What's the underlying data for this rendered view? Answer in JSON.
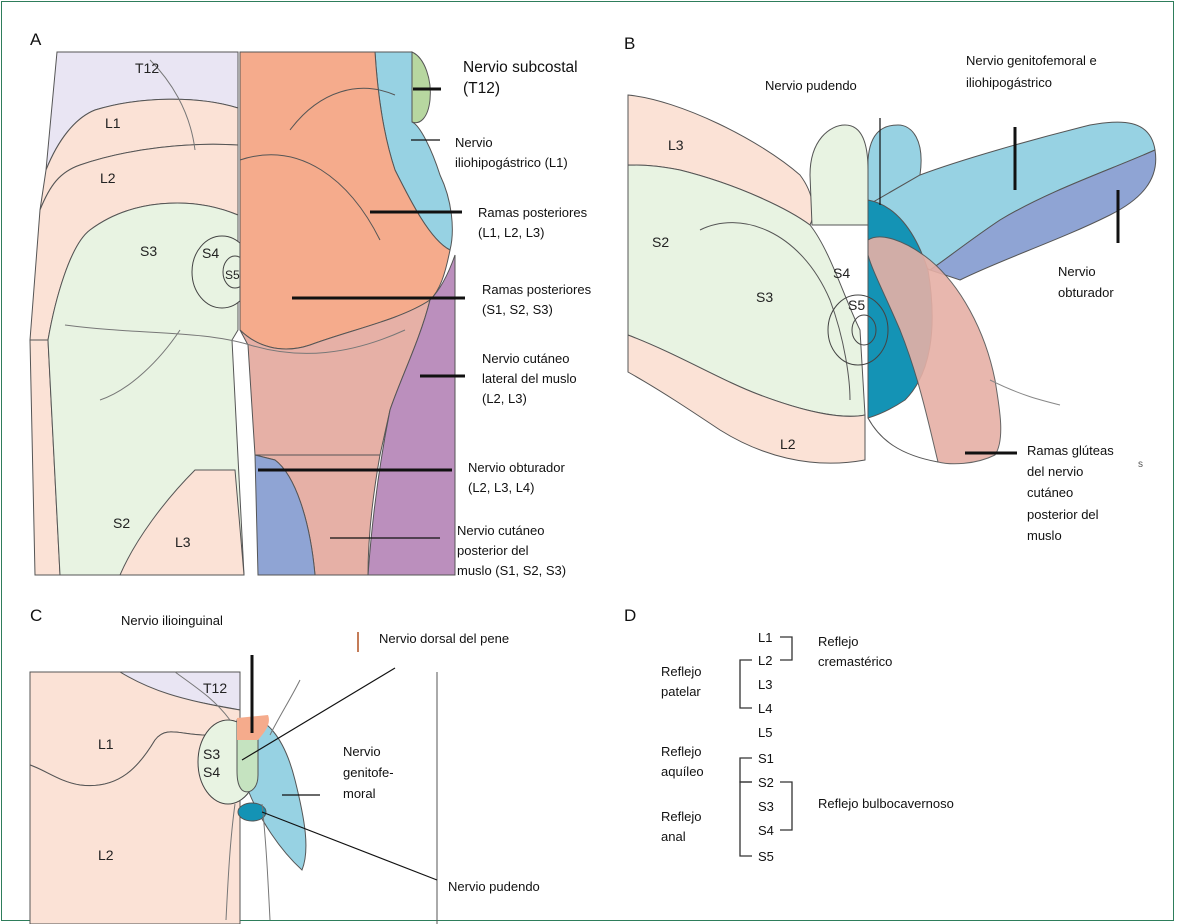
{
  "panels": {
    "a": "A",
    "b": "B",
    "c": "C",
    "d": "D"
  },
  "panel_a": {
    "segments": {
      "t12": "T12",
      "l1": "L1",
      "l2": "L2",
      "s3": "S3",
      "s4": "S4",
      "s5": "S5",
      "s2": "S2",
      "l3": "L3"
    },
    "labels": {
      "subcostal_1": "Nervio subcostal",
      "subcostal_2": "(T12)",
      "iliohipogastrico_1": "Nervio",
      "iliohipogastrico_2": "iliohipogástrico (L1)",
      "ramas_l_1": "Ramas posteriores",
      "ramas_l_2": "(L1, L2, L3)",
      "ramas_s_1": "Ramas posteriores",
      "ramas_s_2": "(S1, S2, S3)",
      "cutaneo_lat_1": "Nervio cutáneo",
      "cutaneo_lat_2": "lateral del muslo",
      "cutaneo_lat_3": "(L2, L3)",
      "obturador_1": "Nervio obturador",
      "obturador_2": "(L2, L3, L4)",
      "cutaneo_post_1": "Nervio cutáneo",
      "cutaneo_post_2": "posterior del",
      "cutaneo_post_3": "muslo (S1, S2, S3)"
    }
  },
  "panel_b": {
    "segments": {
      "l3": "L3",
      "s2": "S2",
      "s3": "S3",
      "s4": "S4",
      "s5": "S5",
      "l2": "L2"
    },
    "labels": {
      "pudendo": "Nervio pudendo",
      "genitofemoral_1": "Nervio genitofemoral e",
      "genitofemoral_2": "iliohipogástrico",
      "obturador_1": "Nervio",
      "obturador_2": "obturador",
      "gluteas_1": "Ramas glúteas",
      "gluteas_2": "del nervio",
      "gluteas_3": "cutáneo",
      "gluteas_4": "posterior del",
      "gluteas_5": "muslo",
      "stray": "s"
    }
  },
  "panel_c": {
    "segments": {
      "t12": "T12",
      "l1": "L1",
      "l2": "L2",
      "s3": "S3",
      "s4": "S4"
    },
    "labels": {
      "ilioinguinal": "Nervio ilioinguinal",
      "dorsal": "Nervio dorsal del pene",
      "genitofemoral_1": "Nervio",
      "genitofemoral_2": "genitofe-",
      "genitofemoral_3": "moral",
      "pudendo": "Nervio pudendo"
    }
  },
  "panel_d": {
    "levels": [
      "L1",
      "L2",
      "L3",
      "L4",
      "L5",
      "S1",
      "S2",
      "S3",
      "S4",
      "S5"
    ],
    "reflexes": {
      "cremasterico_1": "Reflejo",
      "cremasterico_2": "cremastérico",
      "patelar_1": "Reflejo",
      "patelar_2": "patelar",
      "aquileo_1": "Reflejo",
      "aquileo_2": "aquíleo",
      "bulbocavernoso": "Reflejo bulbocavernoso",
      "anal_1": "Reflejo",
      "anal_2": "anal"
    }
  },
  "colors": {
    "frame": "#2e7d5b",
    "t12": "#e9e5f3",
    "lumbar": "#fbe2d6",
    "sacral": "#e8f3e2",
    "subcostal": "#b7d7a0",
    "iliohipogastrico": "#97d2e3",
    "ramas_l": "#f5ab8c",
    "ramas_s": "#e6b0a6",
    "cutaneo_lat": "#bb8fbd",
    "obturador": "#8fa4d4",
    "pudendo": "#1493b5"
  }
}
